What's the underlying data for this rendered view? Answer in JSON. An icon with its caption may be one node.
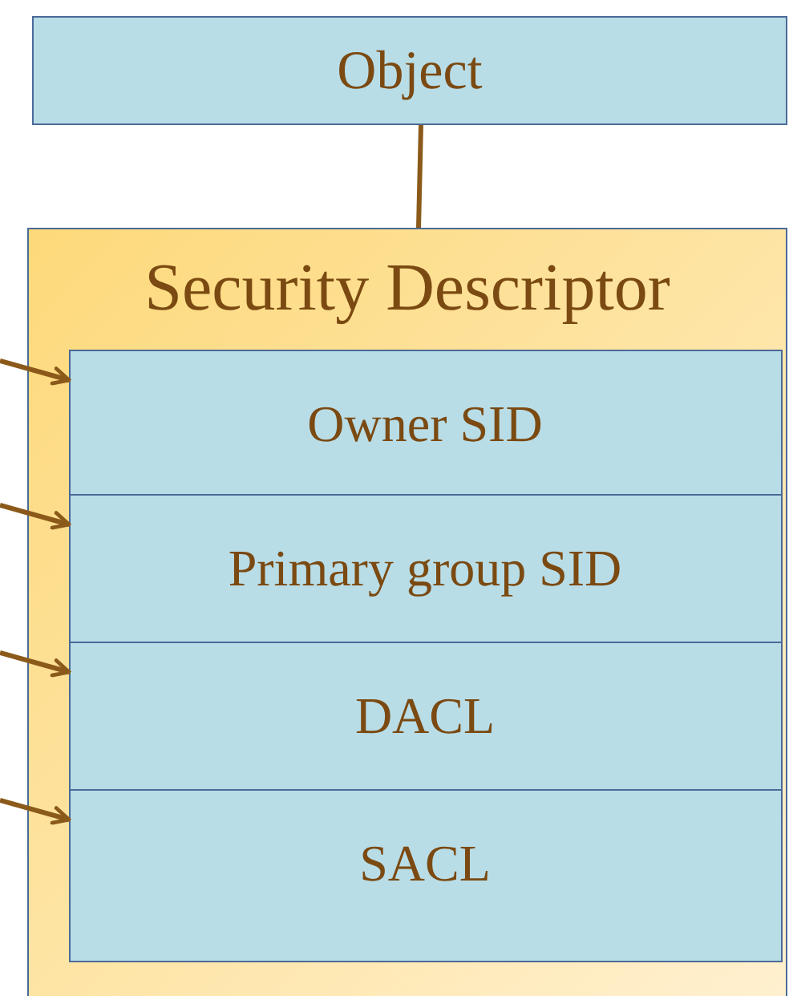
{
  "diagram": {
    "nodes": [
      {
        "text": [
          "Object"
        ]
      },
      {
        "text": [
          "Security Descriptor"
        ]
      },
      {
        "text": [
          "Owner SID"
        ],
        "in": 1
      },
      {
        "text": [
          "Primary group SID"
        ],
        "in": 1
      },
      {
        "text": [
          "DACL"
        ],
        "in": 1
      },
      {
        "text": [
          "SACL"
        ],
        "in": 1
      }
    ],
    "edges": [
      {
        "from": 0,
        "to": 1,
        "arrow": "none"
      },
      {
        "from": null,
        "to": 2,
        "arrow": "to"
      },
      {
        "from": null,
        "to": 3,
        "arrow": "to"
      },
      {
        "from": null,
        "to": 4,
        "arrow": "to"
      },
      {
        "from": null,
        "to": 5,
        "arrow": "to"
      }
    ]
  }
}
